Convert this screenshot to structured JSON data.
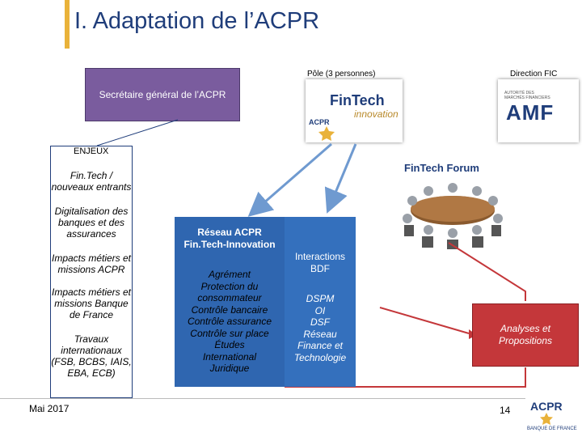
{
  "title": "I. Adaptation de l’ACPR",
  "pole_label": "Pôle (3 personnes)",
  "direction_label": "Direction FIC",
  "sg_label": "Secrétaire général de l’ACPR",
  "fintech_logo": {
    "text1": "FinTech",
    "text2": "innovation",
    "subtext": "ACPR"
  },
  "amf_logo": {
    "text": "AMF",
    "small": "AUTORITÉ DES MARCHÉS FINANCIERS"
  },
  "forum_label": "FinTech Forum",
  "enjeux": {
    "label": "ENJEUX",
    "items": [
      "Fin.Tech / nouveaux entrants",
      "Digitalisation des banques et des assurances",
      "Impacts métiers et missions ACPR",
      "Impacts métiers et missions Banque de France",
      "Travaux internationaux (FSB, BCBS, IAIS, EBA, ECB)"
    ]
  },
  "reseau": {
    "heading": "Réseau ACPR Fin.Tech-Innovation",
    "lines": [
      "Agrément",
      "Protection du consommateur",
      "Contrôle bancaire",
      "Contrôle assurance",
      "Contrôle sur place",
      "Études",
      "International",
      "Juridique"
    ]
  },
  "interactions": {
    "heading": "Interactions BDF",
    "lines": [
      "DSPM",
      "OI",
      "DSF",
      "Réseau Finance et Technologie"
    ]
  },
  "analyses_label": "Analyses et Propositions",
  "footer": {
    "date": "Mai 2017",
    "page": "14"
  },
  "footer_logo": {
    "text": "ACPR",
    "small": "BANQUE DE FRANCE"
  },
  "colors": {
    "title": "#1f3d7a",
    "accent": "#e9b23a",
    "purple": "#7a5c9e",
    "blue": "#2f66b0",
    "red": "#c4373a",
    "arrow": "#6f9ad0"
  }
}
